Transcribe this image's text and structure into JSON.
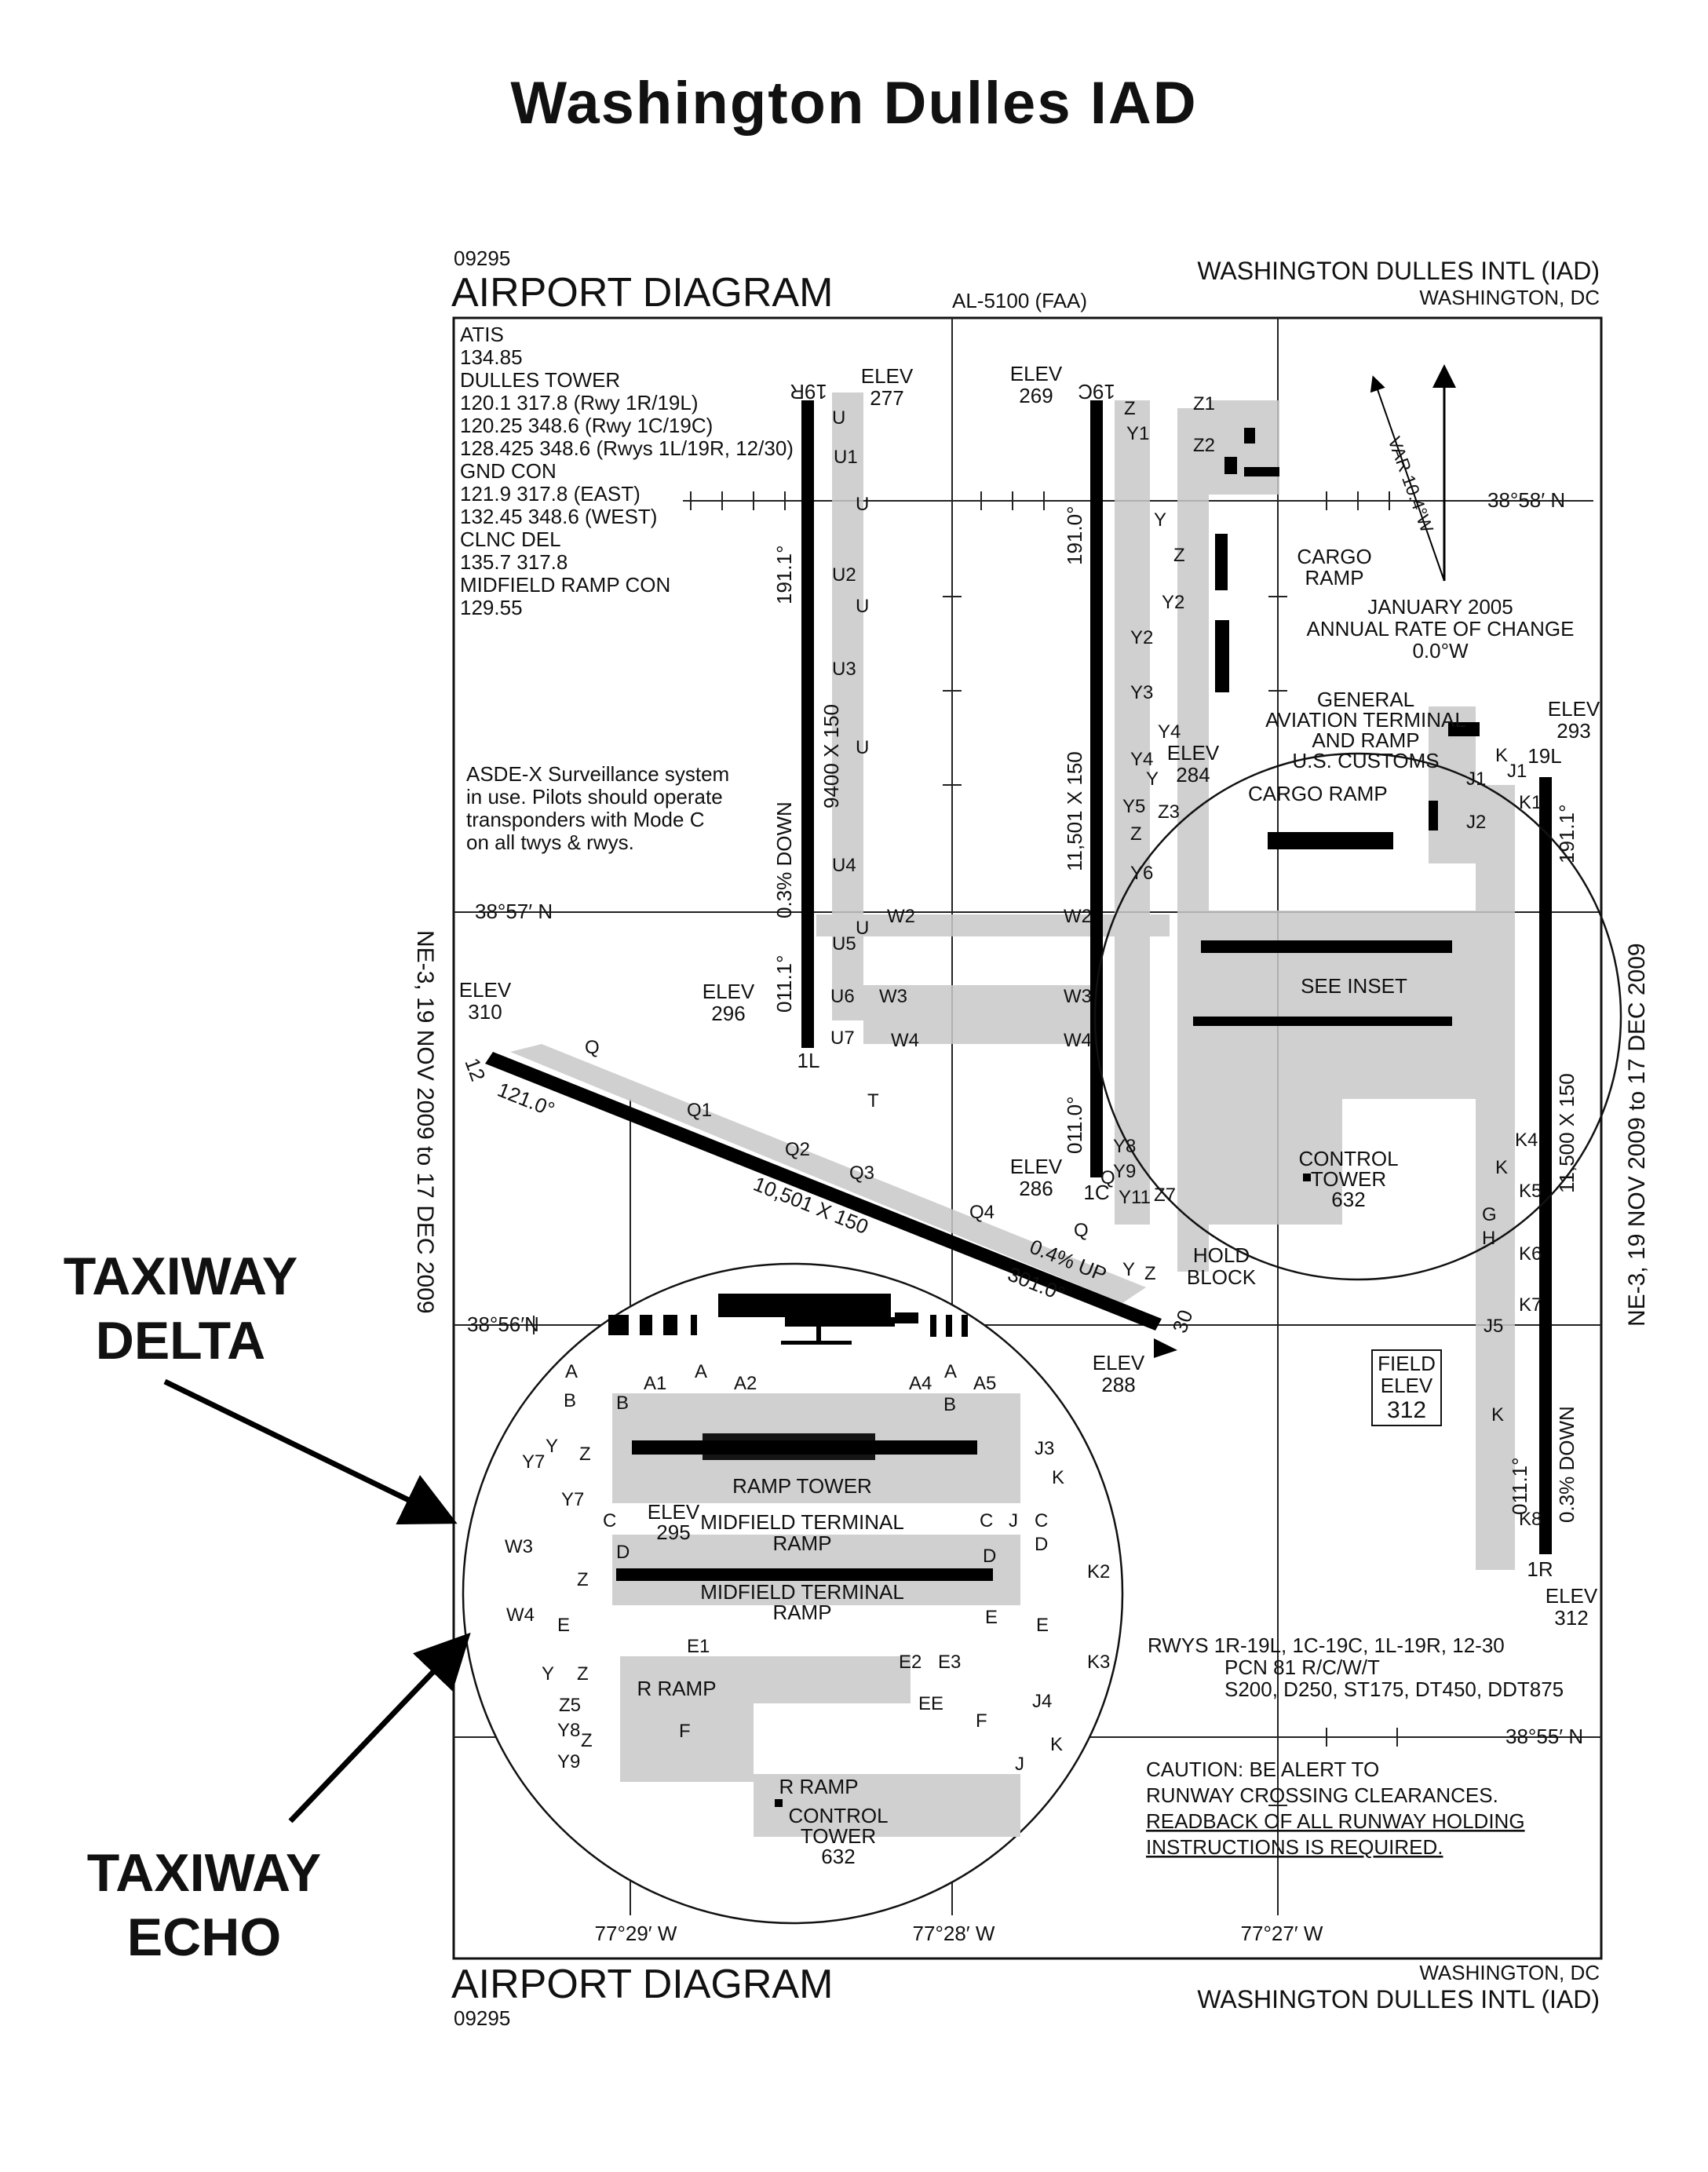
{
  "page_title": "Washington Dulles IAD",
  "annotations": {
    "delta": [
      "TAXIWAY",
      "DELTA"
    ],
    "echo": [
      "TAXIWAY",
      "ECHO"
    ]
  },
  "header": {
    "chart_id_top": "09295",
    "chart_title_top": "AIRPORT DIAGRAM",
    "publisher": "AL-5100 (FAA)",
    "airport_name_top": "WASHINGTON DULLES INTL (IAD)",
    "city_top": "WASHINGTON, DC"
  },
  "footer": {
    "chart_title_bottom": "AIRPORT DIAGRAM",
    "chart_id_bottom": "09295",
    "city_bottom": "WASHINGTON, DC",
    "airport_name_bottom": "WASHINGTON DULLES INTL (IAD)"
  },
  "side_text": {
    "left": "NE-3, 19 NOV 2009 to 17 DEC 2009",
    "right": "NE-3, 19 NOV 2009 to 17 DEC 2009"
  },
  "frequencies": [
    "ATIS",
    "134.85",
    "DULLES TOWER",
    "120.1  317.8 (Rwy 1R/19L)",
    "120.25  348.6 (Rwy 1C/19C)",
    "128.425  348.6 (Rwys 1L/19R, 12/30)",
    "GND CON",
    "121.9  317.8 (EAST)",
    "132.45  348.6 (WEST)",
    "CLNC DEL",
    "135.7  317.8",
    "MIDFIELD RAMP CON",
    "129.55"
  ],
  "asde_note": [
    "ASDE-X Surveillance system",
    "in use.  Pilots should operate",
    "transponders with Mode C",
    "on all twys & rwys."
  ],
  "variation": {
    "var": "VAR 10.4°W",
    "rate": [
      "JANUARY 2005",
      "ANNUAL RATE OF CHANGE",
      "0.0°W"
    ]
  },
  "grid": {
    "lat_58": "38°58′ N",
    "lat_57": "38°57′ N",
    "lat_56": "38°56′N",
    "lat_55": "38°55′ N",
    "lon_29": "77°29′ W",
    "lon_28": "77°28′ W",
    "lon_27": "77°27′ W"
  },
  "runways": {
    "r1": {
      "top": "19R",
      "bottom": "1L",
      "dims": "9400 X 150",
      "hdg_up": "191.1°",
      "hdg_down": "011.1°",
      "slope": "0.3% DOWN"
    },
    "r2": {
      "top": "19C",
      "bottom": "1C",
      "dims": "11,501 X 150",
      "hdg_up": "191.0°",
      "hdg_down": "011.0°"
    },
    "r3": {
      "top": "19L",
      "bottom": "1R",
      "dims": "11,500 X 150",
      "hdg_up": "191.1°",
      "hdg_down": "011.1°",
      "slope": "0.3% DOWN"
    },
    "r4": {
      "end_a": "12",
      "end_b": "30",
      "dims": "10,501 X 150",
      "hdg_a": "121.0°",
      "hdg_b": "301.0°",
      "slope": "0.4% UP"
    }
  },
  "elevations": {
    "e277": [
      "ELEV",
      "277"
    ],
    "e269": [
      "ELEV",
      "269"
    ],
    "e293": [
      "ELEV",
      "293"
    ],
    "e284": [
      "ELEV",
      "284"
    ],
    "e310": [
      "ELEV",
      "310"
    ],
    "e296": [
      "ELEV",
      "296"
    ],
    "e286": [
      "ELEV",
      "286"
    ],
    "e288": [
      "ELEV",
      "288"
    ],
    "e312": [
      "ELEV",
      "312"
    ],
    "field": [
      "FIELD",
      "ELEV",
      "312"
    ],
    "e295": [
      "ELEV",
      "295"
    ]
  },
  "places": {
    "cargo_ramp_1": [
      "CARGO",
      "RAMP"
    ],
    "cargo_ramp_2": "CARGO RAMP",
    "ga_terminal": [
      "GENERAL",
      "AVIATION TERMINAL",
      "AND RAMP",
      "U.S. CUSTOMS"
    ],
    "see_inset": "SEE INSET",
    "control_tower": [
      "CONTROL",
      "TOWER",
      "632"
    ],
    "hold_block": [
      "HOLD",
      "BLOCK"
    ],
    "ramp_tower": "RAMP TOWER",
    "midfield_1": [
      "MIDFIELD TERMINAL",
      "RAMP"
    ],
    "midfield_2": [
      "MIDFIELD TERMINAL",
      "RAMP"
    ],
    "r_ramp_1": "R RAMP",
    "r_ramp_2": "R RAMP",
    "inset_tower": [
      "CONTROL",
      "TOWER",
      "632"
    ]
  },
  "runway_info": [
    "RWYS 1R-19L, 1C-19C, 1L-19R, 12-30",
    "PCN 81 R/C/W/T",
    "S200, D250, ST175, DT450, DDT875"
  ],
  "caution": [
    "CAUTION:  BE ALERT TO",
    "RUNWAY CROSSING CLEARANCES.",
    "READBACK OF ALL RUNWAY HOLDING",
    "INSTRUCTIONS IS REQUIRED."
  ],
  "taxiways_main": [
    [
      "U",
      1060,
      540
    ],
    [
      "U1",
      1062,
      590
    ],
    [
      "U",
      1090,
      650
    ],
    [
      "U2",
      1060,
      740
    ],
    [
      "U",
      1090,
      780
    ],
    [
      "U3",
      1060,
      860
    ],
    [
      "U",
      1090,
      960
    ],
    [
      "U4",
      1060,
      1110
    ],
    [
      "U5",
      1060,
      1210
    ],
    [
      "U",
      1090,
      1190
    ],
    [
      "U6",
      1058,
      1277
    ],
    [
      "U7",
      1058,
      1330
    ],
    [
      "W2",
      1130,
      1175
    ],
    [
      "W3",
      1120,
      1277
    ],
    [
      "W4",
      1135,
      1333
    ],
    [
      "T",
      1105,
      1410
    ],
    [
      "Z",
      1432,
      528
    ],
    [
      "Y1",
      1435,
      560
    ],
    [
      "Z1",
      1520,
      522
    ],
    [
      "Z2",
      1520,
      575
    ],
    [
      "Y",
      1470,
      670
    ],
    [
      "Z",
      1495,
      715
    ],
    [
      "Y2",
      1480,
      775
    ],
    [
      "Y2",
      1440,
      820
    ],
    [
      "Y3",
      1440,
      890
    ],
    [
      "Y4",
      1475,
      940
    ],
    [
      "Y4",
      1440,
      975
    ],
    [
      "Y",
      1460,
      1000
    ],
    [
      "Y5",
      1430,
      1035
    ],
    [
      "Z3",
      1475,
      1042
    ],
    [
      "Z",
      1440,
      1070
    ],
    [
      "Y6",
      1440,
      1120
    ],
    [
      "W2",
      1355,
      1175
    ],
    [
      "W3",
      1355,
      1277
    ],
    [
      "W4",
      1355,
      1333
    ],
    [
      "Y8",
      1418,
      1468
    ],
    [
      "Y9",
      1418,
      1500
    ],
    [
      "Y11",
      1425,
      1533
    ],
    [
      "Z7",
      1470,
      1530
    ],
    [
      "Q",
      1402,
      1508
    ],
    [
      "Q4",
      1235,
      1552
    ],
    [
      "Q",
      1368,
      1575
    ],
    [
      "Y",
      1430,
      1625
    ],
    [
      "Z",
      1458,
      1630
    ],
    [
      "Q",
      745,
      1342
    ],
    [
      "Q1",
      875,
      1422
    ],
    [
      "Q2",
      1000,
      1472
    ],
    [
      "Q3",
      1082,
      1502
    ],
    [
      "J1",
      1868,
      1000
    ],
    [
      "J1",
      1920,
      990
    ],
    [
      "K",
      1905,
      970
    ],
    [
      "K1",
      1935,
      1030
    ],
    [
      "J2",
      1868,
      1055
    ],
    [
      "K4",
      1930,
      1460
    ],
    [
      "K",
      1905,
      1495
    ],
    [
      "K5",
      1935,
      1525
    ],
    [
      "G",
      1888,
      1555
    ],
    [
      "H",
      1888,
      1585
    ],
    [
      "K6",
      1935,
      1605
    ],
    [
      "K7",
      1935,
      1670
    ],
    [
      "J5",
      1890,
      1697
    ],
    [
      "K",
      1900,
      1810
    ],
    [
      "K8",
      1935,
      1943
    ]
  ],
  "taxiways_inset": [
    [
      "A",
      720,
      1755
    ],
    [
      "A1",
      820,
      1770
    ],
    [
      "A",
      885,
      1755
    ],
    [
      "A2",
      935,
      1770
    ],
    [
      "A4",
      1158,
      1770
    ],
    [
      "A",
      1203,
      1755
    ],
    [
      "A5",
      1240,
      1770
    ],
    [
      "B",
      718,
      1792
    ],
    [
      "B",
      785,
      1795
    ],
    [
      "B",
      1202,
      1797
    ],
    [
      "Y",
      695,
      1850
    ],
    [
      "Y7",
      665,
      1870
    ],
    [
      "Z",
      738,
      1860
    ],
    [
      "Y7",
      715,
      1918
    ],
    [
      "J3",
      1318,
      1853
    ],
    [
      "K",
      1340,
      1890
    ],
    [
      "C",
      768,
      1945
    ],
    [
      "C",
      1248,
      1945
    ],
    [
      "J",
      1285,
      1945
    ],
    [
      "C",
      1318,
      1945
    ],
    [
      "W3",
      643,
      1978
    ],
    [
      "D",
      785,
      1985
    ],
    [
      "D",
      1252,
      1990
    ],
    [
      "D",
      1318,
      1975
    ],
    [
      "K2",
      1385,
      2010
    ],
    [
      "Z",
      735,
      2020
    ],
    [
      "W4",
      645,
      2065
    ],
    [
      "E",
      710,
      2078
    ],
    [
      "E",
      1255,
      2068
    ],
    [
      "E",
      1320,
      2078
    ],
    [
      "E1",
      875,
      2105
    ],
    [
      "E2",
      1145,
      2125
    ],
    [
      "E3",
      1195,
      2125
    ],
    [
      "K3",
      1385,
      2125
    ],
    [
      "Y",
      690,
      2140
    ],
    [
      "Z",
      735,
      2140
    ],
    [
      "Z5",
      712,
      2180
    ],
    [
      "EE",
      1170,
      2178
    ],
    [
      "J4",
      1315,
      2175
    ],
    [
      "Y8",
      710,
      2212
    ],
    [
      "Z",
      740,
      2225
    ],
    [
      "F",
      865,
      2213
    ],
    [
      "F",
      1243,
      2200
    ],
    [
      "Y9",
      710,
      2252
    ],
    [
      "K",
      1338,
      2230
    ],
    [
      "J",
      1293,
      2255
    ]
  ]
}
